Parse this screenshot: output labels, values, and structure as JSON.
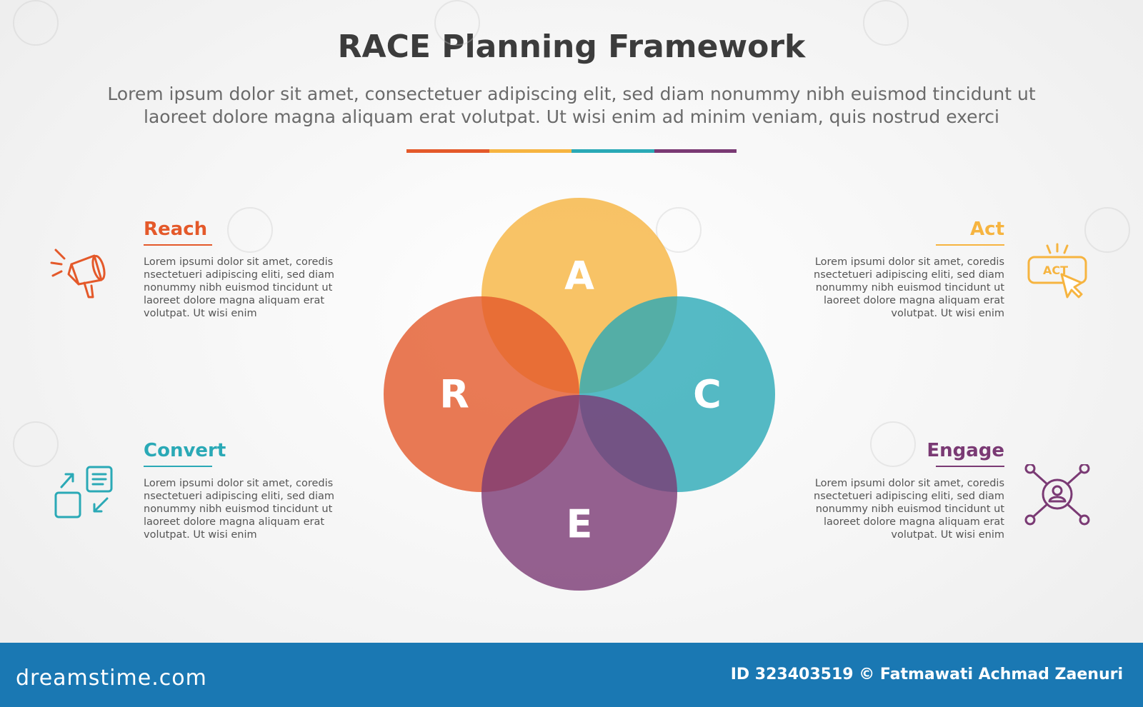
{
  "title": "RACE Planning Framework",
  "subtitle_line1": "Lorem ipsum dolor sit amet, consectetuer adipiscing elit, sed diam nonummy nibh euismod tincidunt ut",
  "subtitle_line2": "laoreet dolore magna aliquam erat volutpat. Ut wisi enim ad minim veniam, quis nostrud exerci",
  "colors": {
    "reach": "#e4592a",
    "act": "#f6b440",
    "convert": "#2aa9b6",
    "engage": "#7a3a74"
  },
  "circles": [
    {
      "letter": "A"
    },
    {
      "letter": "R"
    },
    {
      "letter": "C"
    },
    {
      "letter": "E"
    }
  ],
  "blocks": {
    "reach": {
      "heading": "Reach",
      "lines": [
        "Lorem ipsumi dolor sit amet, coredis",
        "nsectetueri adipiscing eliti, sed diam",
        "nonummy nibh euismod tincidunt ut",
        "laoreet dolore magna aliquam erat",
        "volutpat. Ut wisi enim"
      ],
      "icon": "megaphone-icon"
    },
    "convert": {
      "heading": "Convert",
      "lines": [
        "Lorem ipsumi dolor sit amet, coredis",
        "nsectetueri adipiscing eliti, sed diam",
        "nonummy nibh euismod tincidunt ut",
        "laoreet dolore magna aliquam erat",
        "volutpat. Ut wisi enim"
      ],
      "icon": "convert-arrows-icon"
    },
    "act": {
      "heading": "Act",
      "lines": [
        "Lorem ipsumi dolor sit amet, coredis",
        "nsectetueri adipiscing eliti, sed diam",
        "nonummy nibh euismod tincidunt ut",
        "laoreet dolore magna aliquam erat",
        "volutpat. Ut wisi enim"
      ],
      "icon": "act-click-icon",
      "icon_text": "ACT"
    },
    "engage": {
      "heading": "Engage",
      "lines": [
        "Lorem ipsumi dolor sit amet, coredis",
        "nsectetueri adipiscing eliti, sed diam",
        "nonummy nibh euismod tincidunt ut",
        "laoreet dolore magna aliquam erat",
        "volutpat. Ut wisi enim"
      ],
      "icon": "network-user-icon"
    }
  },
  "footer": {
    "logo": "dreamstime.com",
    "credit": "ID 323403519 © Fatmawati  Achmad Zaenuri"
  }
}
